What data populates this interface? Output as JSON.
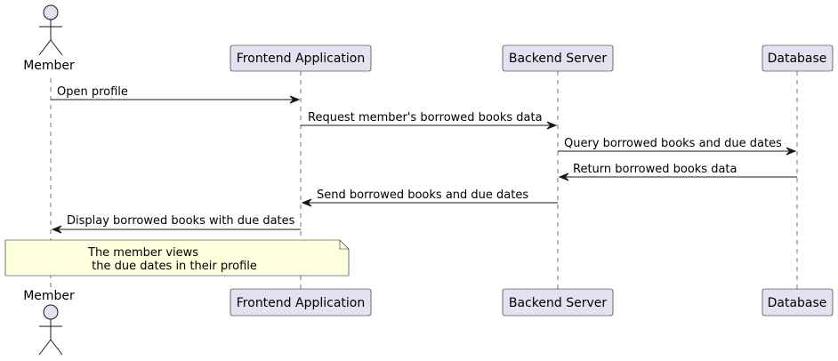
{
  "diagram": {
    "type": "sequence",
    "participants": [
      {
        "id": "member",
        "label": "Member",
        "kind": "actor"
      },
      {
        "id": "frontend",
        "label": "Frontend Application",
        "kind": "participant"
      },
      {
        "id": "backend",
        "label": "Backend Server",
        "kind": "participant"
      },
      {
        "id": "database",
        "label": "Database",
        "kind": "participant"
      }
    ],
    "messages": [
      {
        "from": "member",
        "to": "frontend",
        "label": "Open profile"
      },
      {
        "from": "frontend",
        "to": "backend",
        "label": "Request member's borrowed books data"
      },
      {
        "from": "backend",
        "to": "database",
        "label": "Query borrowed books and due dates"
      },
      {
        "from": "database",
        "to": "backend",
        "label": "Return borrowed books data"
      },
      {
        "from": "backend",
        "to": "frontend",
        "label": "Send borrowed books and due dates"
      },
      {
        "from": "frontend",
        "to": "member",
        "label": "Display borrowed books with due dates"
      }
    ],
    "note": {
      "lines": [
        "The member views",
        " the due dates in their profile"
      ]
    },
    "colors": {
      "participant_fill": "#E2E2F0",
      "note_fill": "#FEFFDD",
      "line": "#181818"
    }
  }
}
